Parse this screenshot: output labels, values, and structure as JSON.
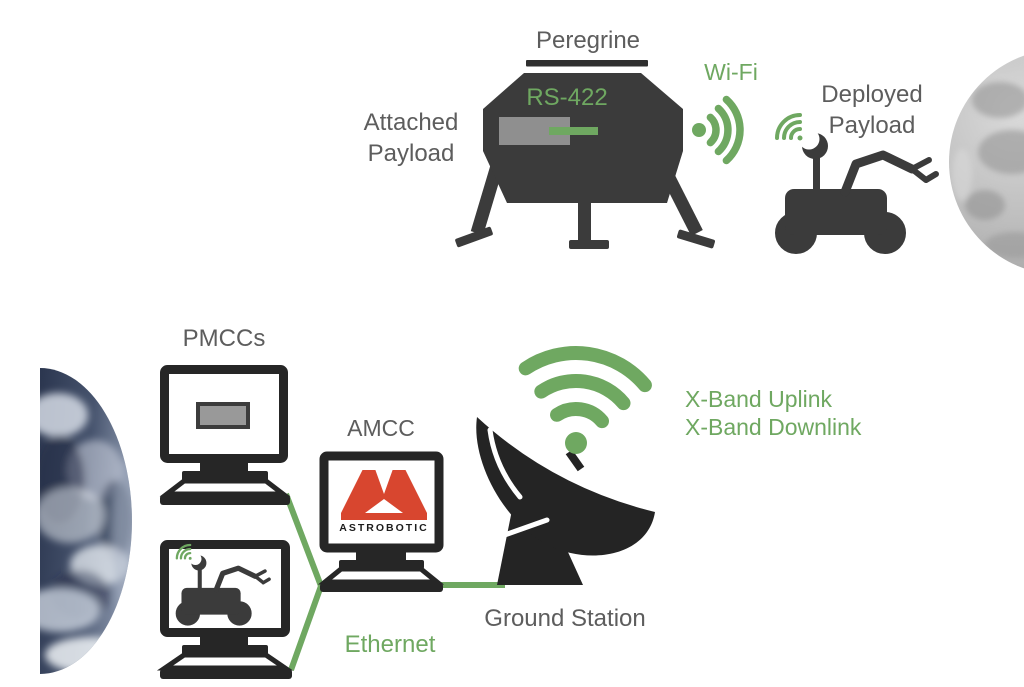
{
  "labels": {
    "peregrine": "Peregrine",
    "rs422": "RS-422",
    "wifi": "Wi-Fi",
    "attached_payload": {
      "line1": "Attached",
      "line2": "Payload"
    },
    "deployed_payload": {
      "line1": "Deployed",
      "line2": "Payload"
    },
    "pmccs": "PMCCs",
    "amcc": "AMCC",
    "astrobotic_logo": "ASTROBOTIC",
    "xband_uplink": "X-Band Uplink",
    "xband_downlink": "X-Band Downlink",
    "ground_station": "Ground Station",
    "ethernet": "Ethernet"
  },
  "colors": {
    "accent_green": "#6fa861",
    "icon_dark": "#262626",
    "lander_gray": "#3b3b3b",
    "payload_gray": "#8f8f8f",
    "logo_red": "#d8462f",
    "label_gray": "#5d5d5d"
  },
  "icons": {
    "earth": "earth-photo-half-disc",
    "moon": "moon-photo-half-disc",
    "lander": "peregrine-lander-icon",
    "rover": "deployed-rover-icon",
    "ground_station": "satellite-dish-icon",
    "workstation": "crt-monitor-icon",
    "wifi": "wifi-arcs-icon"
  },
  "connections": [
    {
      "from": "Attached Payload",
      "to": "Peregrine",
      "label": "RS-422"
    },
    {
      "from": "Peregrine",
      "to": "Deployed Payload",
      "label": "Wi-Fi"
    },
    {
      "from": "Ground Station",
      "to": "Peregrine",
      "label": "X-Band Uplink"
    },
    {
      "from": "Peregrine",
      "to": "Ground Station",
      "label": "X-Band Downlink"
    },
    {
      "from": "PMCCs",
      "to": "AMCC",
      "label": "Ethernet"
    },
    {
      "from": "AMCC",
      "to": "Ground Station",
      "label": "Ethernet"
    }
  ]
}
